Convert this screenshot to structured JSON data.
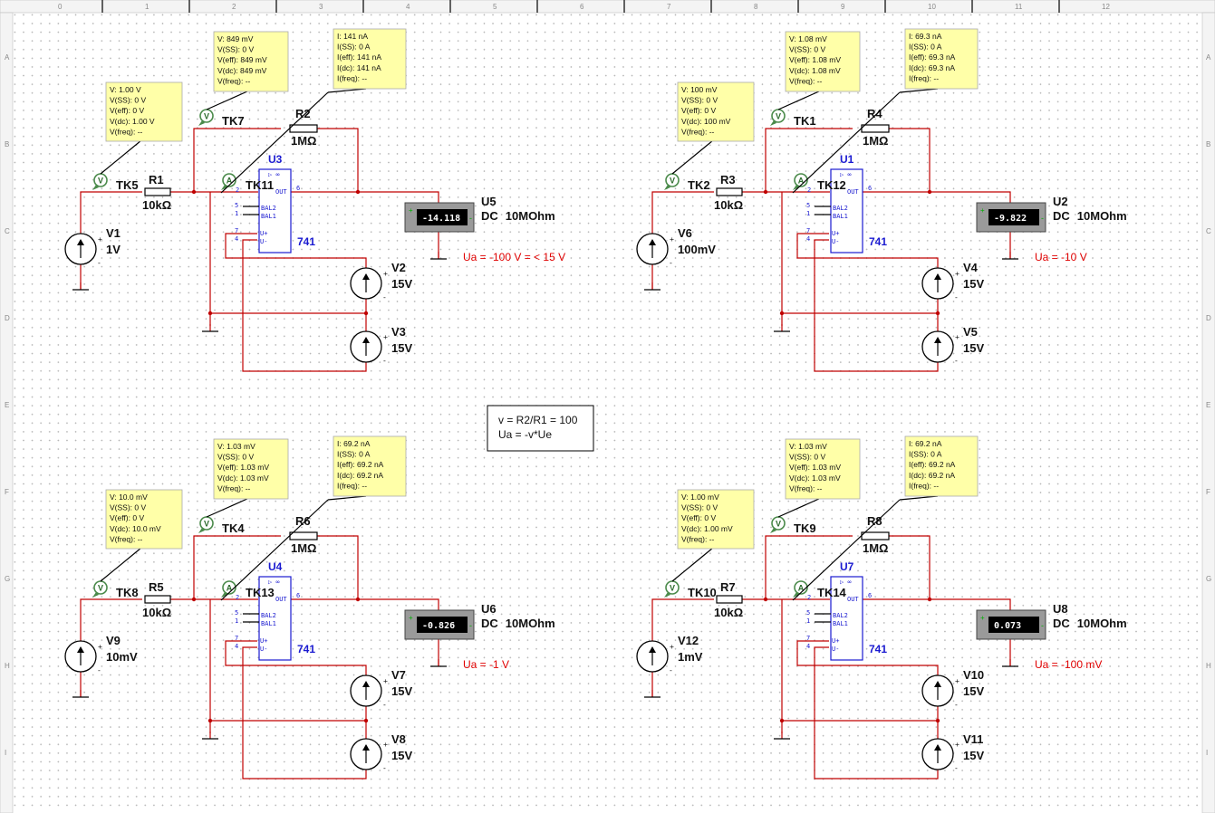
{
  "ruler": {
    "top": [
      "0",
      "1",
      "2",
      "3",
      "4",
      "5",
      "6",
      "7",
      "8",
      "9",
      "10",
      "11",
      "12"
    ],
    "side": [
      "A",
      "B",
      "C",
      "D",
      "E",
      "F",
      "G",
      "H",
      "I"
    ]
  },
  "note": {
    "line1": "v = R2/R1 = 100",
    "line2": "Ua = -v*Ue"
  },
  "circuits": [
    {
      "input_source": {
        "name": "V1",
        "value": "1V"
      },
      "r_in": {
        "name": "R1",
        "value": "10kΩ"
      },
      "r_fb": {
        "name": "R2",
        "value": "1MΩ"
      },
      "opamp": {
        "name": "U3",
        "model": "741"
      },
      "probe_in": "TK5",
      "probe_fb": "TK7",
      "probe_cur": "TK11",
      "supply_pos": {
        "name": "V2",
        "value": "15V"
      },
      "supply_neg": {
        "name": "V3",
        "value": "15V"
      },
      "meter": {
        "name": "U5",
        "mode": "DC",
        "impedance": "10MOhm",
        "reading": "-14.118"
      },
      "result": "Ua = -100 V = < 15 V",
      "tooltip_in": [
        "V: 1.00 V",
        "V(SS): 0 V",
        "V(eff): 0 V",
        "V(dc): 1.00 V",
        "V(freq): --"
      ],
      "tooltip_fb": [
        "V: 849 mV",
        "V(SS): 0 V",
        "V(eff): 849 mV",
        "V(dc): 849 mV",
        "V(freq): --"
      ],
      "tooltip_cur": [
        "I: 141 nA",
        "I(SS): 0 A",
        "I(eff): 141 nA",
        "I(dc): 141 nA",
        "I(freq): --"
      ]
    },
    {
      "input_source": {
        "name": "V6",
        "value": "100mV"
      },
      "r_in": {
        "name": "R3",
        "value": "10kΩ"
      },
      "r_fb": {
        "name": "R4",
        "value": "1MΩ"
      },
      "opamp": {
        "name": "U1",
        "model": "741"
      },
      "probe_in": "TK2",
      "probe_fb": "TK1",
      "probe_cur": "TK12",
      "supply_pos": {
        "name": "V4",
        "value": "15V"
      },
      "supply_neg": {
        "name": "V5",
        "value": "15V"
      },
      "meter": {
        "name": "U2",
        "mode": "DC",
        "impedance": "10MOhm",
        "reading": "-9.822"
      },
      "result": "Ua = -10 V",
      "tooltip_in": [
        "V: 100 mV",
        "V(SS): 0 V",
        "V(eff): 0 V",
        "V(dc): 100 mV",
        "V(freq): --"
      ],
      "tooltip_fb": [
        "V: 1.08 mV",
        "V(SS): 0 V",
        "V(eff): 1.08 mV",
        "V(dc): 1.08 mV",
        "V(freq): --"
      ],
      "tooltip_cur": [
        "I: 69.3 nA",
        "I(SS): 0 A",
        "I(eff): 69.3 nA",
        "I(dc): 69.3 nA",
        "I(freq): --"
      ]
    },
    {
      "input_source": {
        "name": "V9",
        "value": "10mV"
      },
      "r_in": {
        "name": "R5",
        "value": "10kΩ"
      },
      "r_fb": {
        "name": "R6",
        "value": "1MΩ"
      },
      "opamp": {
        "name": "U4",
        "model": "741"
      },
      "probe_in": "TK8",
      "probe_fb": "TK4",
      "probe_cur": "TK13",
      "supply_pos": {
        "name": "V7",
        "value": "15V"
      },
      "supply_neg": {
        "name": "V8",
        "value": "15V"
      },
      "meter": {
        "name": "U6",
        "mode": "DC",
        "impedance": "10MOhm",
        "reading": "-0.826"
      },
      "result": "Ua = -1 V",
      "tooltip_in": [
        "V: 10.0 mV",
        "V(SS): 0 V",
        "V(eff): 0 V",
        "V(dc): 10.0 mV",
        "V(freq): --"
      ],
      "tooltip_fb": [
        "V: 1.03 mV",
        "V(SS): 0 V",
        "V(eff): 1.03 mV",
        "V(dc): 1.03 mV",
        "V(freq): --"
      ],
      "tooltip_cur": [
        "I: 69.2 nA",
        "I(SS): 0 A",
        "I(eff): 69.2 nA",
        "I(dc): 69.2 nA",
        "I(freq): --"
      ]
    },
    {
      "input_source": {
        "name": "V12",
        "value": "1mV"
      },
      "r_in": {
        "name": "R7",
        "value": "10kΩ"
      },
      "r_fb": {
        "name": "R8",
        "value": "1MΩ"
      },
      "opamp": {
        "name": "U7",
        "model": "741"
      },
      "probe_in": "TK10",
      "probe_fb": "TK9",
      "probe_cur": "TK14",
      "supply_pos": {
        "name": "V10",
        "value": "15V"
      },
      "supply_neg": {
        "name": "V11",
        "value": "15V"
      },
      "meter": {
        "name": "U8",
        "mode": "DC",
        "impedance": "10MOhm",
        "reading": "0.073"
      },
      "result": "Ua = -100 mV",
      "tooltip_in": [
        "V: 1.00 mV",
        "V(SS): 0 V",
        "V(eff): 0 V",
        "V(dc): 1.00 mV",
        "V(freq): --"
      ],
      "tooltip_fb": [
        "V: 1.03 mV",
        "V(SS): 0 V",
        "V(eff): 1.03 mV",
        "V(dc): 1.03 mV",
        "V(freq): --"
      ],
      "tooltip_cur": [
        "I: 69.2 nA",
        "I(SS): 0 A",
        "I(eff): 69.2 nA",
        "I(dc): 69.2 nA",
        "I(freq): --"
      ]
    }
  ],
  "opamp_pins": {
    "n2": "2",
    "n6": "6",
    "n5": "5",
    "n1": "1",
    "n7": "7",
    "n4": "4",
    "out": "OUT",
    "bal2": "BAL2",
    "bal1": "BAL1",
    "up": "U+",
    "um": "U-",
    "inf": "▷ ∞"
  },
  "probe_letters": {
    "voltage": "V",
    "current": "A"
  },
  "colors": {
    "wire": "#c00000",
    "tooltip": "#ffffa8",
    "lcd": "#00b000",
    "ic": "#1a1ad0",
    "result": "#e00000"
  }
}
